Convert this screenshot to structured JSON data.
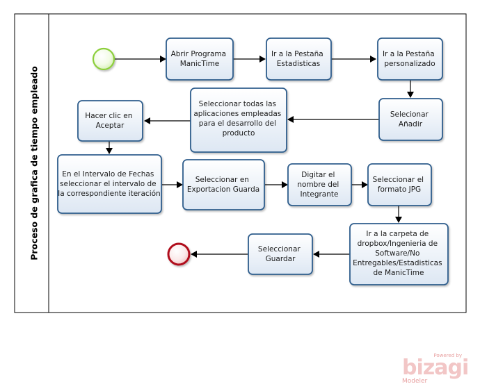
{
  "pool": {
    "lane_label": "Proceso de grafica de tiempo empleado"
  },
  "tasks": [
    {
      "id": "t1",
      "lines": [
        "Abrir Programa",
        "ManicTime"
      ]
    },
    {
      "id": "t2",
      "lines": [
        "Ir a la Pestaña",
        "Estadisticas"
      ]
    },
    {
      "id": "t3",
      "lines": [
        "Ir a la Pestaña",
        "personalizado"
      ]
    },
    {
      "id": "t4",
      "lines": [
        "Selecionar",
        "Añadir"
      ]
    },
    {
      "id": "t5",
      "lines": [
        "Seleccionar todas las",
        "aplicaciones empleadas",
        "para el desarrollo del",
        "producto"
      ]
    },
    {
      "id": "t6",
      "lines": [
        "Hacer clic en",
        "Aceptar"
      ]
    },
    {
      "id": "t7",
      "lines": [
        "En el Intervalo de Fechas",
        "seleccionar el intervalo de",
        "la correspondiente iteración"
      ]
    },
    {
      "id": "t8",
      "lines": [
        "Seleccionar en",
        "Exportacion Guarda"
      ]
    },
    {
      "id": "t9",
      "lines": [
        "Digitar el",
        "nombre del",
        "Integrante"
      ]
    },
    {
      "id": "t10",
      "lines": [
        "Seleccionar el",
        "formato JPG"
      ]
    },
    {
      "id": "t11",
      "lines": [
        "Ir a la carpeta de",
        "dropbox/Ingenieria de",
        "Software/No",
        "Entregables/Estadisticas",
        "de ManicTime"
      ]
    },
    {
      "id": "t12",
      "lines": [
        "Seleccionar",
        "Guardar"
      ]
    }
  ],
  "events": {
    "start": {
      "type": "start",
      "color": "#8ccf3a"
    },
    "end": {
      "type": "end",
      "color": "#b0111c"
    }
  },
  "colors": {
    "task_fill_top": "#ffffff",
    "task_fill_bottom": "#dde7f3",
    "task_stroke": "#2f5d8c",
    "flow": "#000000"
  },
  "branding": {
    "powered_by": "Powered by",
    "logo": "bizagi",
    "modeler": "Modeler"
  }
}
